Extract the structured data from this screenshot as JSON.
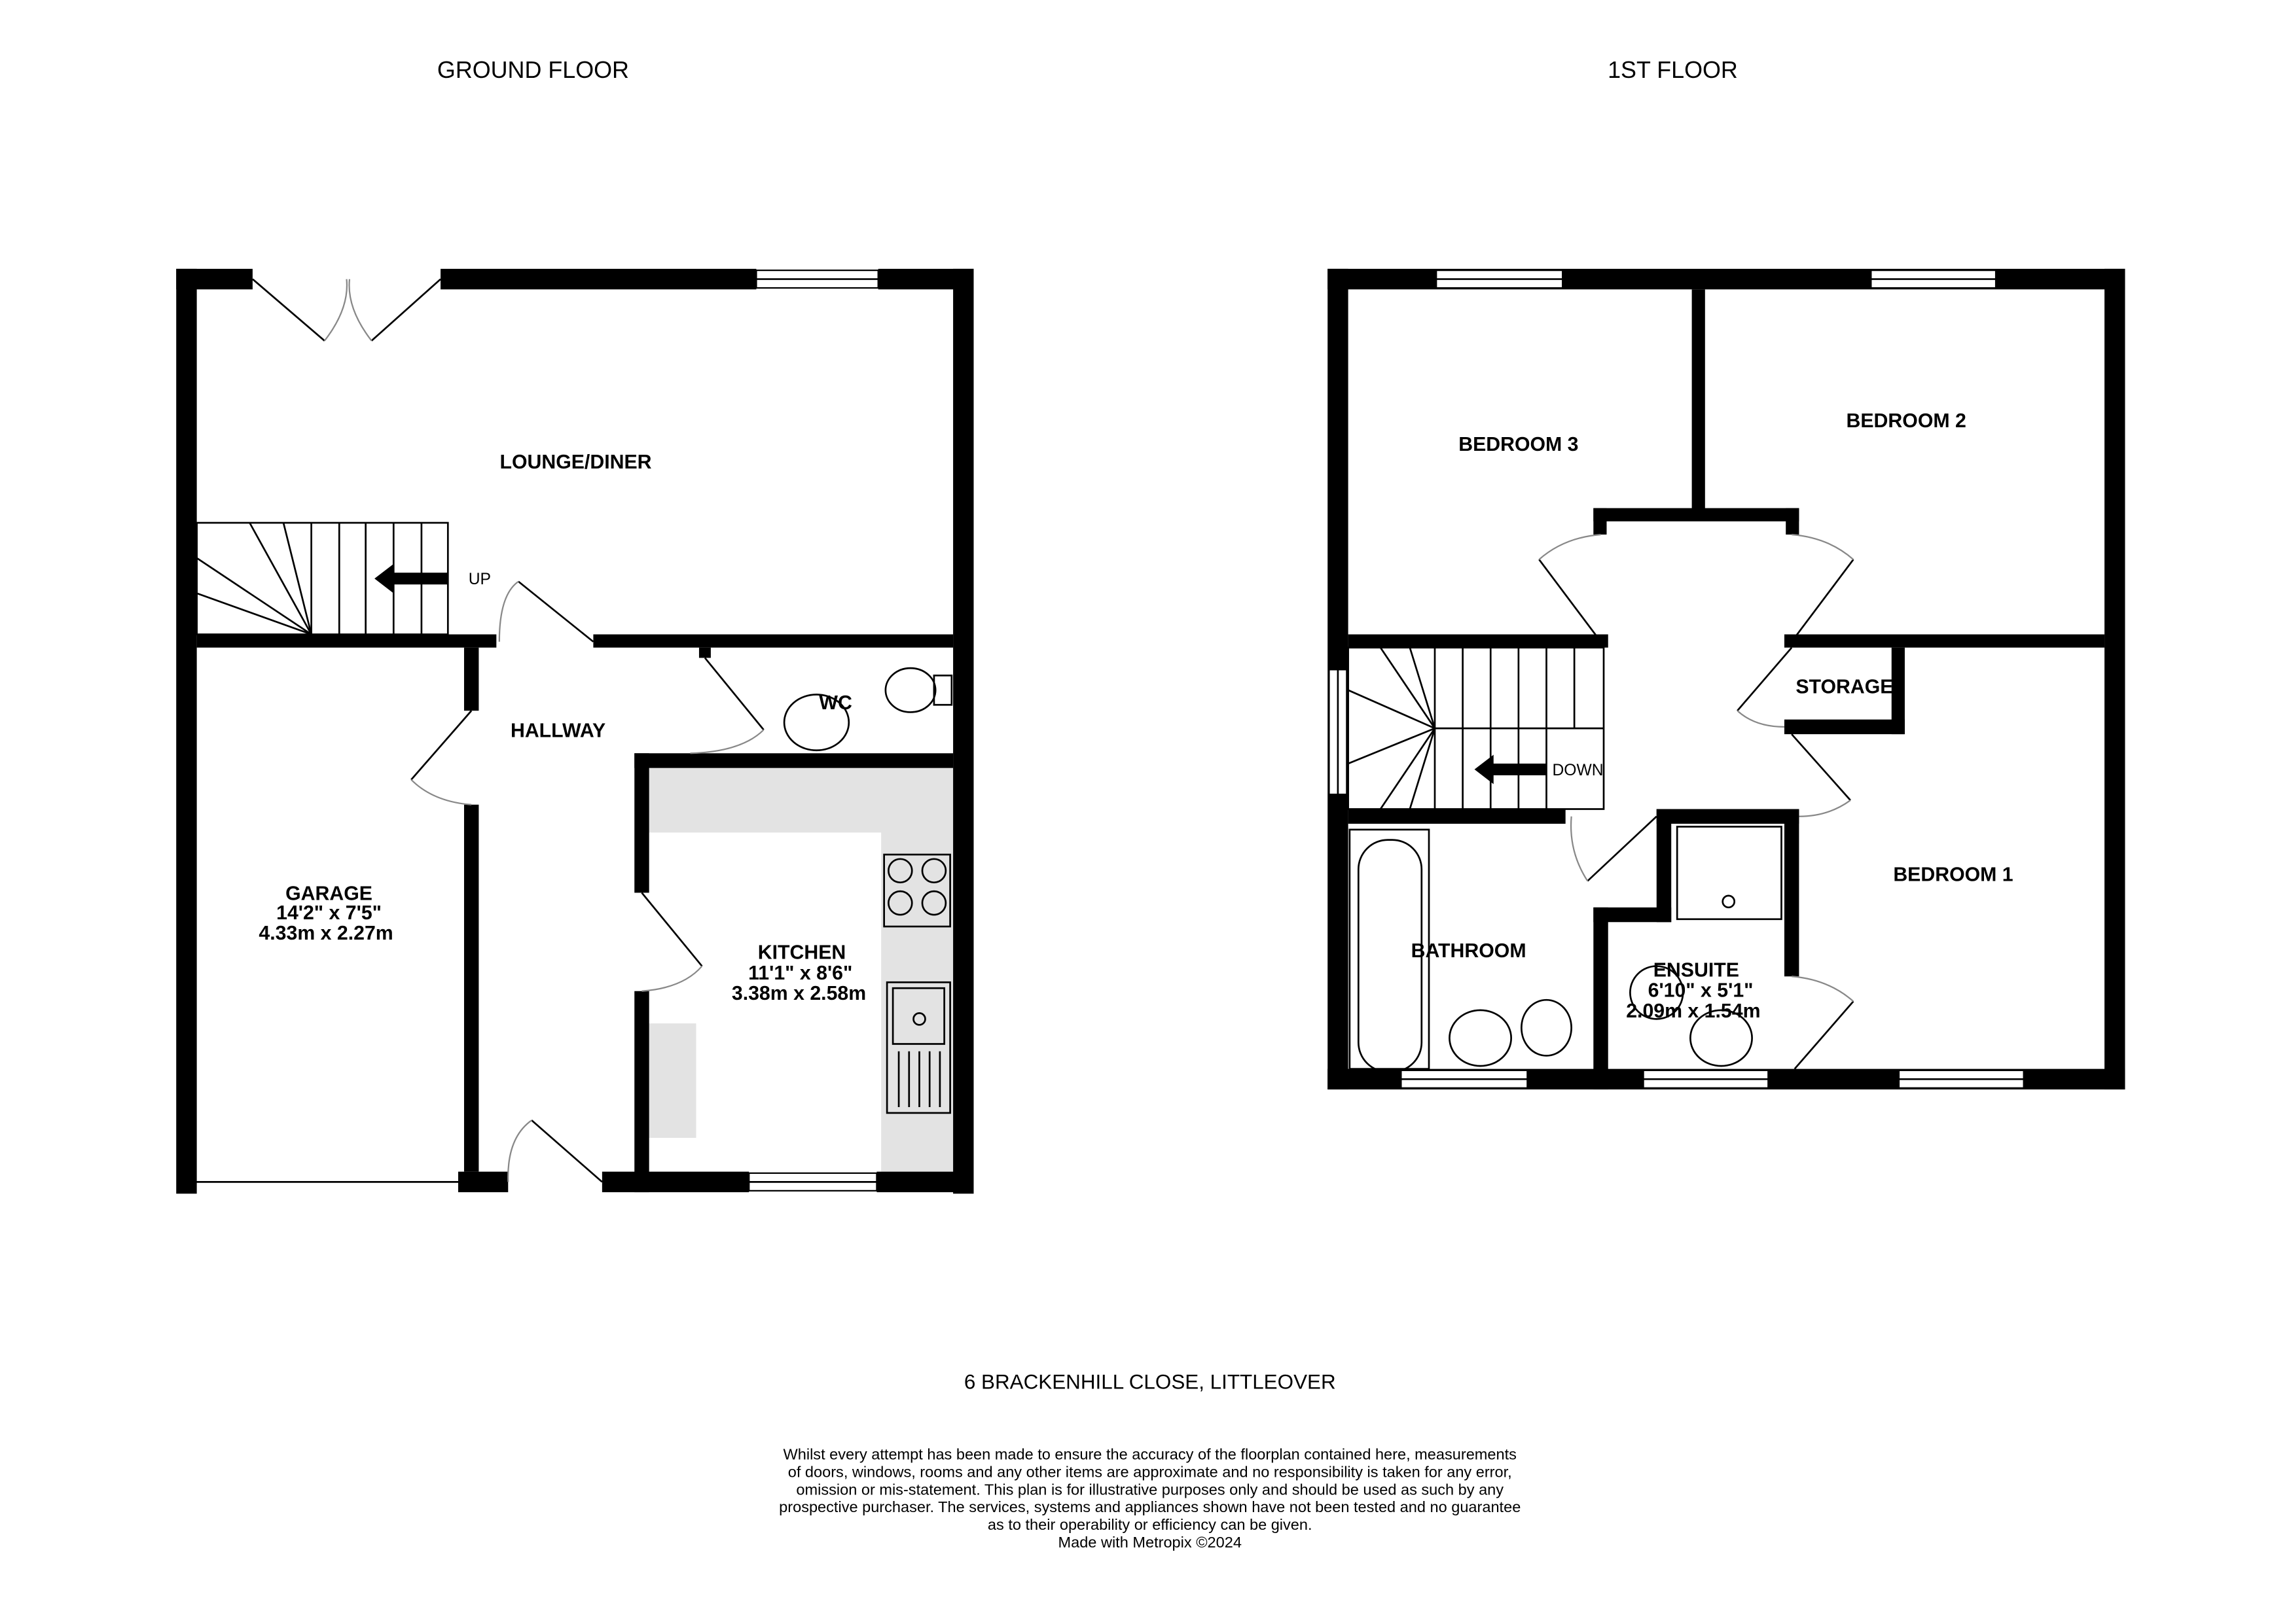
{
  "floors": [
    {
      "title": "GROUND FLOOR",
      "rooms": [
        {
          "name": "LOUNGE/DINER"
        },
        {
          "name": "HALLWAY"
        },
        {
          "name": "WC"
        },
        {
          "name": "GARAGE",
          "imperial": "14'2\"  x 7'5\"",
          "metric": "4.33m  x 2.27m"
        },
        {
          "name": "KITCHEN",
          "imperial": "11'1\"  x 8'6\"",
          "metric": "3.38m  x 2.58m"
        }
      ],
      "stairs_label": "UP"
    },
    {
      "title": "1ST FLOOR",
      "rooms": [
        {
          "name": "BEDROOM 3"
        },
        {
          "name": "BEDROOM 2"
        },
        {
          "name": "STORAGE"
        },
        {
          "name": "BEDROOM 1"
        },
        {
          "name": "BATHROOM"
        },
        {
          "name": "ENSUITE",
          "imperial": "6'10\"  x 5'1\"",
          "metric": "2.09m  x 1.54m"
        }
      ],
      "stairs_label": "DOWN"
    }
  ],
  "address": "6 BRACKENHILL CLOSE, LITTLEOVER",
  "disclaimer": [
    "Whilst every attempt has been made to ensure the accuracy of the floorplan contained here, measurements",
    "of doors, windows, rooms and any other items are approximate and no responsibility is taken for any error,",
    "omission or mis-statement. This plan is for illustrative purposes only and should be used as such by any",
    "prospective purchaser. The services, systems and appliances shown have not been tested and no guarantee",
    "as to their operability or efficiency can be given.",
    "Made with Metropix ©2024"
  ],
  "colors": {
    "wall": "#000000",
    "counter": "#e3e3e3",
    "background": "#ffffff"
  }
}
